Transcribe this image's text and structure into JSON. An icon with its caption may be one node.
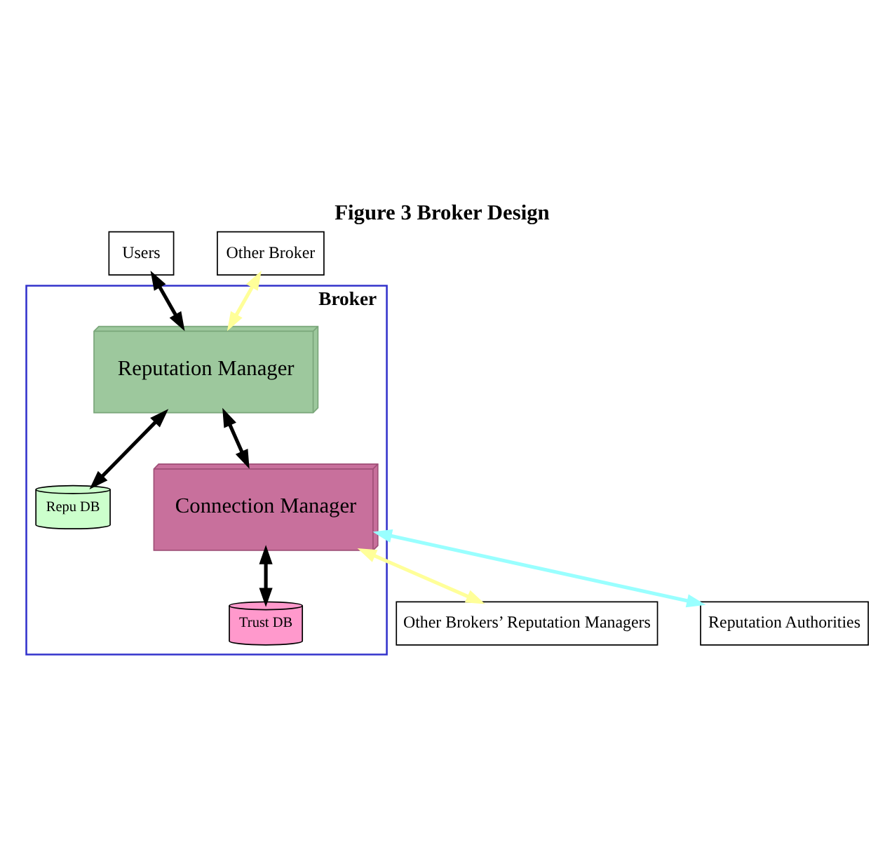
{
  "diagram": {
    "title": "Figure 3 Broker Design",
    "nodes": [
      {
        "text": [
          "Broker"
        ]
      },
      {
        "text": [
          "Reputation Manager"
        ],
        "in": 0
      },
      {
        "text": [
          "Repu DB"
        ],
        "in": 0
      },
      {
        "text": [
          "Connection Manager"
        ],
        "in": 0
      },
      {
        "text": [
          "Trust DB"
        ],
        "in": 0
      },
      {
        "text": [
          "Users"
        ]
      },
      {
        "text": [
          "Other Broker"
        ]
      },
      {
        "text": [
          "Other Brokers’ Reputation Managers"
        ]
      },
      {
        "text": [
          "Reputation Authorities"
        ]
      }
    ],
    "edges": [
      {
        "from": 5,
        "to": 1,
        "arrow": "both"
      },
      {
        "from": 6,
        "to": 1,
        "arrow": "both",
        "color": "#ffff99"
      },
      {
        "from": 1,
        "to": 2,
        "arrow": "both"
      },
      {
        "from": 1,
        "to": 3,
        "arrow": "both"
      },
      {
        "from": 3,
        "to": 4,
        "arrow": "both"
      },
      {
        "from": 3,
        "to": 7,
        "arrow": "both",
        "color": "#ffff99"
      },
      {
        "from": 3,
        "to": 8,
        "arrow": "both",
        "color": "#99ffff"
      }
    ]
  }
}
